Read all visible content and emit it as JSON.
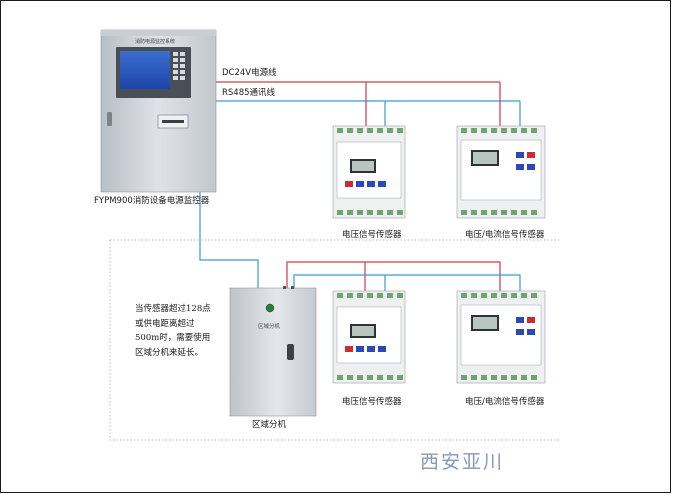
{
  "cabinet": {
    "header_text": "消防电源监控系统",
    "caption": "FYPM900消防设备电源监控器"
  },
  "wires": {
    "power_label": "DC24V电源线",
    "bus_label": "RS485通讯线",
    "power_color": "#d13b48",
    "bus_color": "#3a9ad6"
  },
  "sensors": [
    {
      "caption": "电压信号传感器",
      "type": "voltage"
    },
    {
      "caption": "电压/电流信号传感器",
      "type": "voltage-current"
    },
    {
      "caption": "电压信号传感器",
      "type": "voltage"
    },
    {
      "caption": "电压/电流信号传感器",
      "type": "voltage-current"
    }
  ],
  "sub_unit": {
    "face_text": "区域分机",
    "caption": "区域分机"
  },
  "note": "当传感器超过128点\n或供电距离超过\n500m时，需要使用\n区域分机来延长。",
  "brand": "西安亚川"
}
